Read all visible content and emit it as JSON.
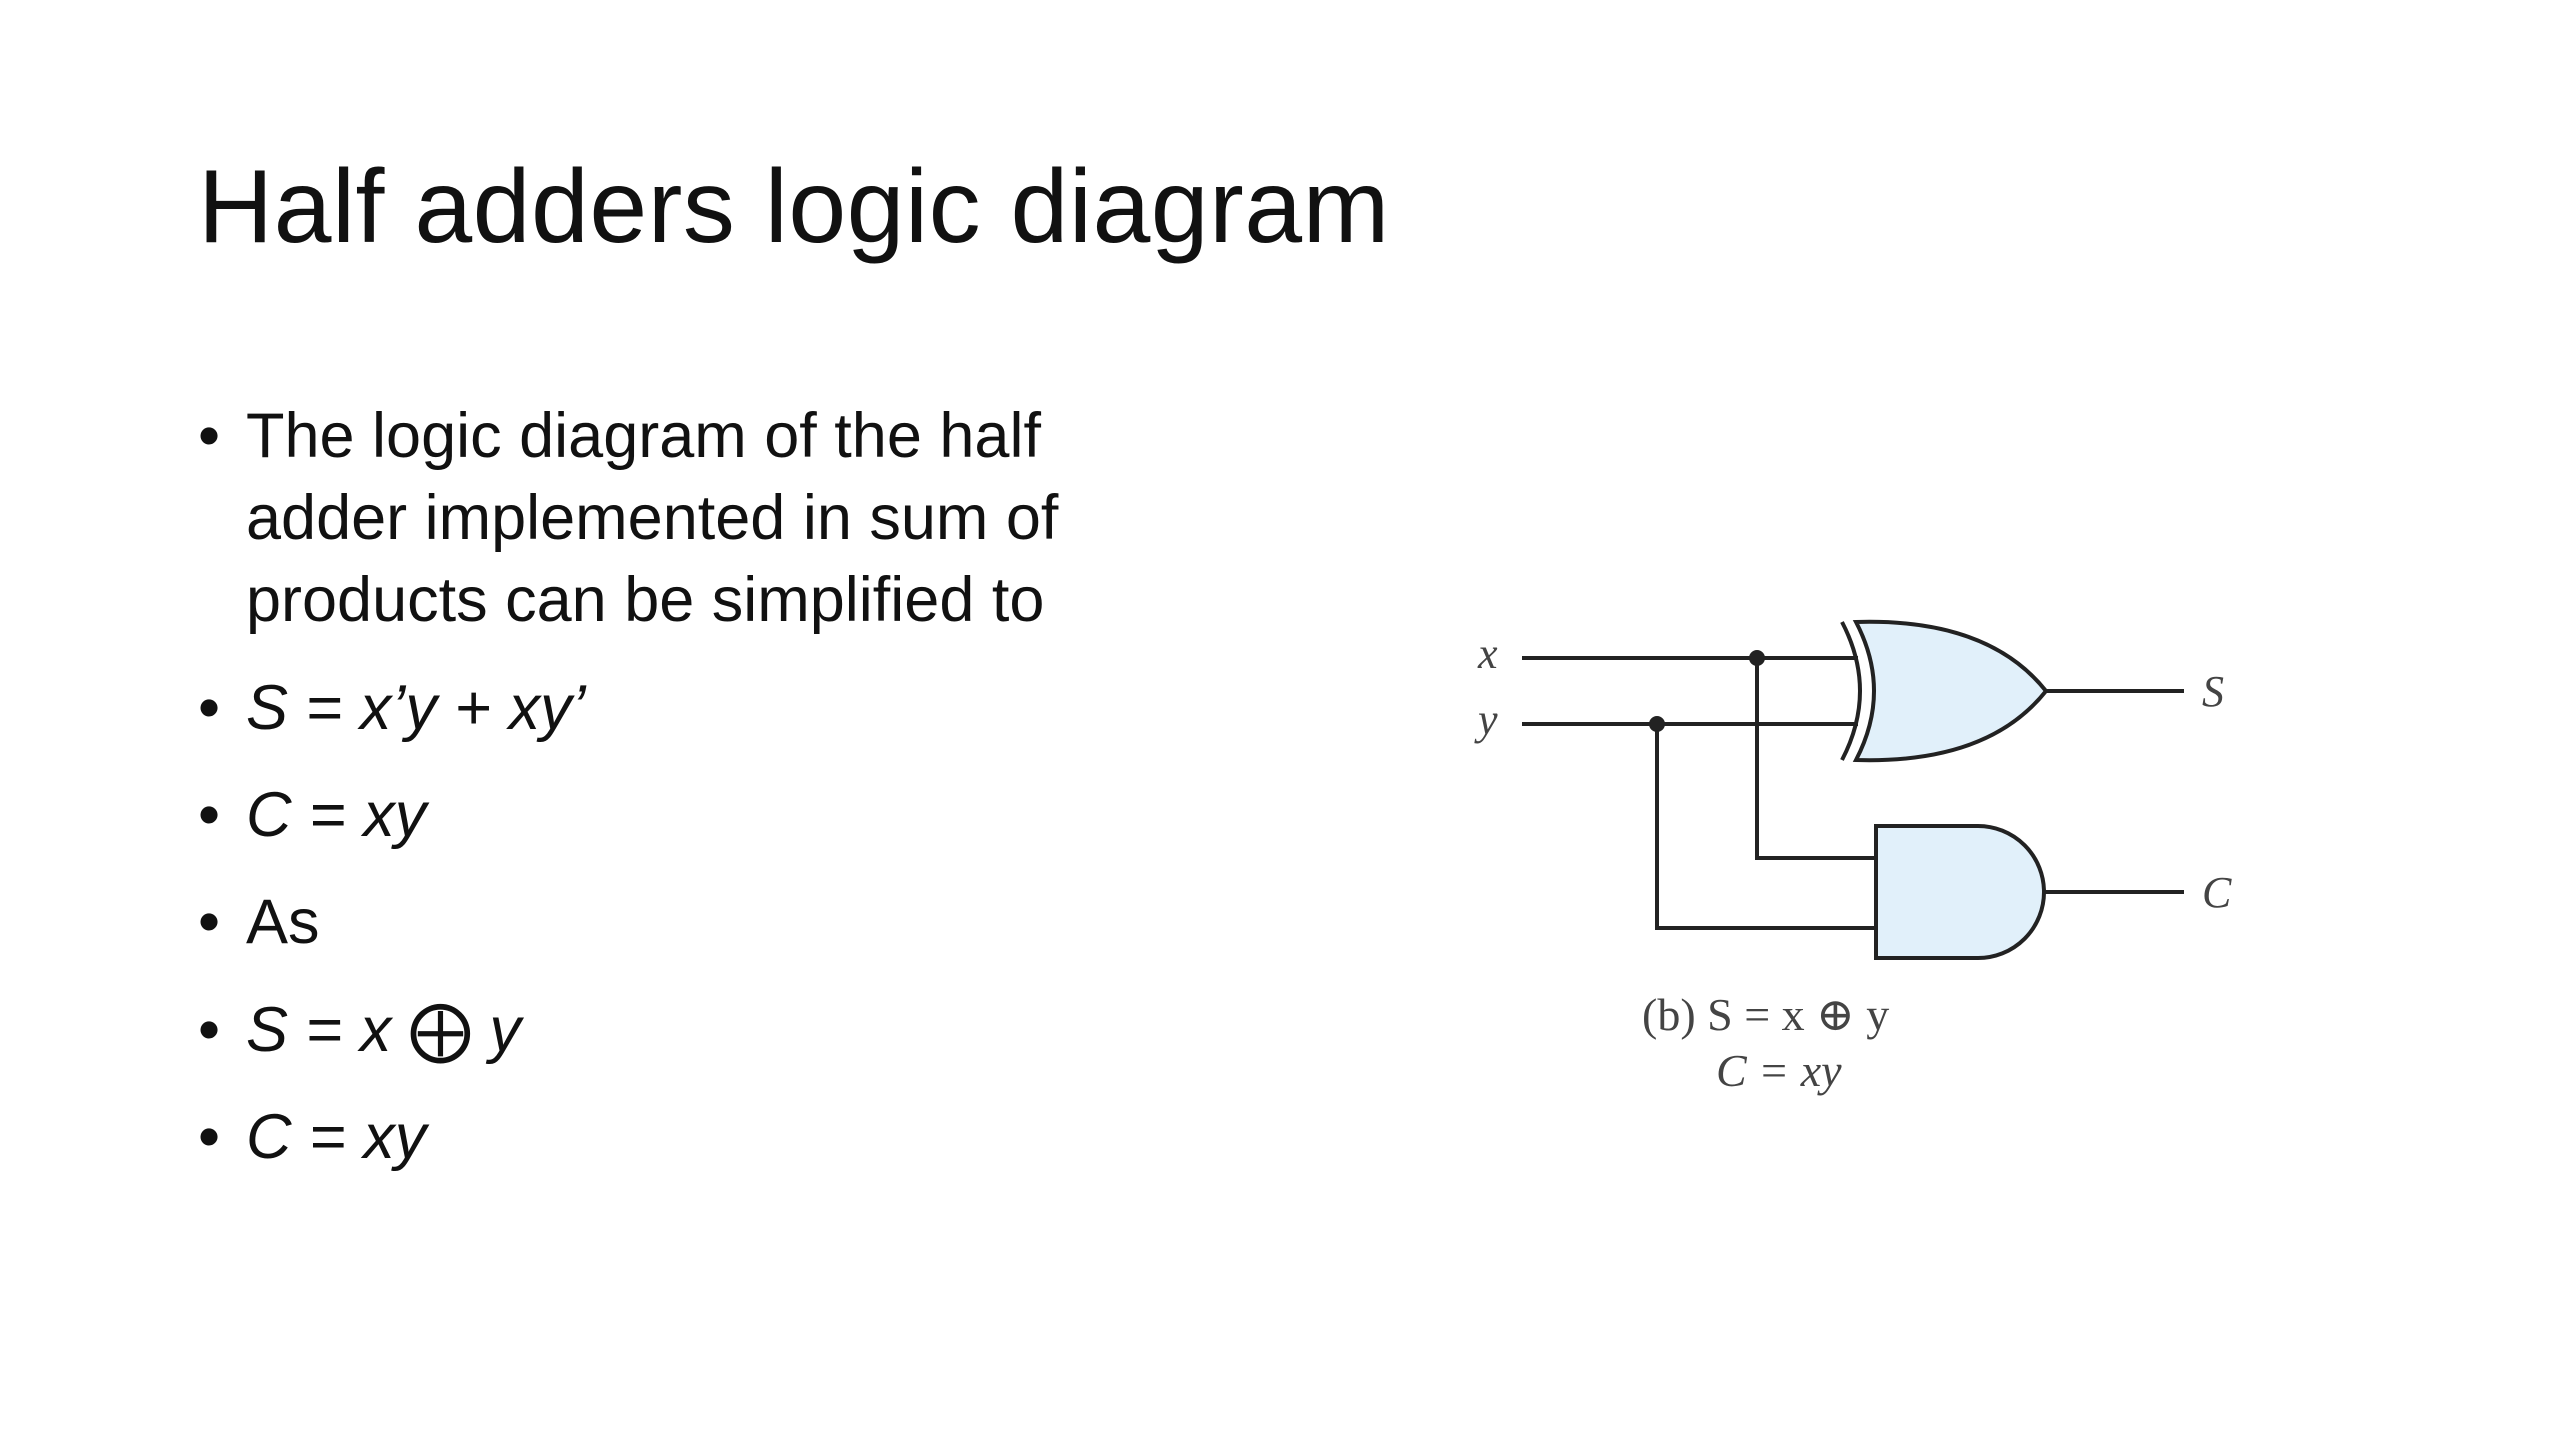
{
  "slide": {
    "title": "Half adders logic diagram",
    "bullets": [
      "The logic diagram of the half adder implemented in sum of products  can be simplified to",
      "S = x’y + xy’",
      "C = xy",
      "As",
      "S = x ⨁ y",
      "C  = xy"
    ]
  },
  "diagram": {
    "inputs": {
      "x": "x",
      "y": "y"
    },
    "outputs": {
      "s": "S",
      "c": "C"
    },
    "caption": {
      "line1": "(b) S = x ⊕ y",
      "line2": "C = xy"
    },
    "gate_fill_color": "#e1f0fa"
  }
}
